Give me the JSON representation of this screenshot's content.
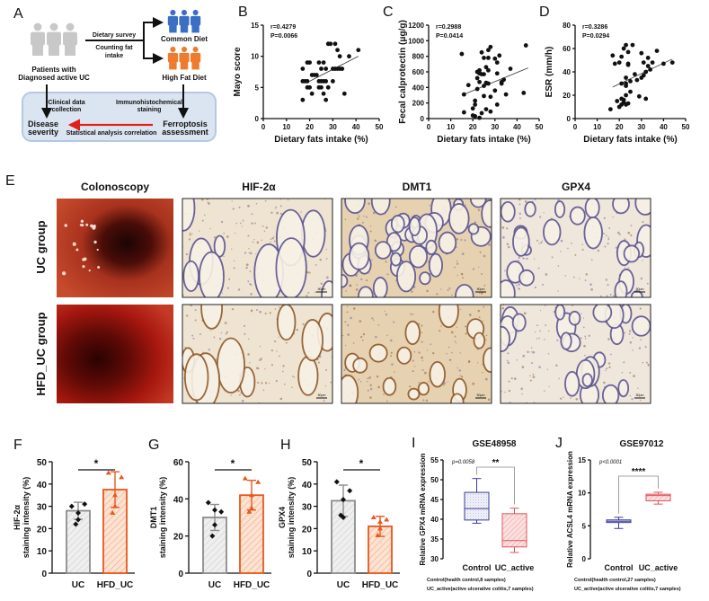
{
  "panel_letters": {
    "A": "A",
    "B": "B",
    "C": "C",
    "D": "D",
    "E": "E",
    "F": "F",
    "G": "G",
    "H": "H",
    "I": "I",
    "J": "J"
  },
  "diagram_a": {
    "patients_line1": "Patients with",
    "patients_line2": "Diagnosed active UC",
    "survey_line1": "Dietary survey",
    "survey_line2": "Counting fat",
    "survey_line3": "intake",
    "common_diet": "Common Diet",
    "high_fat_diet": "High Fat Diet",
    "clinical_line1": "Clinical data",
    "clinical_line2": "collection",
    "ihc_line1": "Immunohistochemical",
    "ihc_line2": "staining",
    "disease_line1": "Disease",
    "disease_line2": "severity",
    "ferro_line1": "Ferroptosis",
    "ferro_line2": "assessment",
    "stat_label": "Statistical analysis correlation",
    "colors": {
      "patients": "#c8c8c8",
      "common": "#3a6fc4",
      "highfat": "#ef7b2e",
      "box_fill": "#dbe5f1",
      "box_stroke": "#b4c8e2",
      "red_arrow": "#e0201b"
    }
  },
  "panel_e": {
    "columns": [
      "Colonoscopy",
      "HIF-2α",
      "DMT1",
      "GPX4"
    ],
    "rows": [
      "UC group",
      "HFD_UC group"
    ],
    "scale_bar": "50μm"
  },
  "chart_data": [
    {
      "id": "B",
      "type": "scatter",
      "xlabel": "Dietary fats intake (%)",
      "ylabel": "Mayo score",
      "xlim": [
        0,
        50
      ],
      "ylim": [
        0,
        15
      ],
      "xticks": [
        0,
        10,
        20,
        30,
        40,
        50
      ],
      "yticks": [
        0,
        5,
        10,
        15
      ],
      "annotation": [
        "r=0.4279",
        "P=0.0066"
      ],
      "trend": [
        [
          20,
          6
        ],
        [
          41,
          10
        ]
      ],
      "points": [
        [
          17,
          3
        ],
        [
          17,
          6
        ],
        [
          17,
          8
        ],
        [
          18,
          6
        ],
        [
          19,
          9
        ],
        [
          19,
          5
        ],
        [
          19,
          6
        ],
        [
          20,
          9
        ],
        [
          20,
          5
        ],
        [
          21,
          4
        ],
        [
          21,
          7
        ],
        [
          22,
          7
        ],
        [
          23,
          7
        ],
        [
          24,
          9
        ],
        [
          24,
          5
        ],
        [
          24,
          6
        ],
        [
          25,
          6
        ],
        [
          25,
          8
        ],
        [
          25,
          5
        ],
        [
          26,
          9
        ],
        [
          26,
          6
        ],
        [
          26,
          4
        ],
        [
          27,
          6
        ],
        [
          27,
          3
        ],
        [
          27,
          8
        ],
        [
          28,
          5
        ],
        [
          28,
          12
        ],
        [
          29,
          12
        ],
        [
          30,
          6
        ],
        [
          30,
          8
        ],
        [
          31,
          8
        ],
        [
          31,
          12
        ],
        [
          32,
          11
        ],
        [
          32,
          8
        ],
        [
          33,
          8
        ],
        [
          33,
          10
        ],
        [
          34,
          8
        ],
        [
          35,
          4
        ],
        [
          37,
          10
        ],
        [
          41,
          11
        ]
      ]
    },
    {
      "id": "C",
      "type": "scatter",
      "xlabel": "Dietary fats intake (%)",
      "ylabel": "Fecal calprotectin (μg/g)",
      "xlim": [
        0,
        50
      ],
      "ylim": [
        0,
        1200
      ],
      "xticks": [
        0,
        10,
        20,
        30,
        40,
        50
      ],
      "yticks": [
        0,
        200,
        400,
        600,
        800,
        1000,
        1200
      ],
      "annotation": [
        "r=0.2988",
        "P=0.0414"
      ],
      "trend": [
        [
          15,
          300
        ],
        [
          45,
          650
        ]
      ],
      "points": [
        [
          15,
          830
        ],
        [
          16,
          310
        ],
        [
          16,
          80
        ],
        [
          18,
          430
        ],
        [
          20,
          130
        ],
        [
          20,
          40
        ],
        [
          21,
          230
        ],
        [
          21,
          180
        ],
        [
          21,
          30
        ],
        [
          22,
          600
        ],
        [
          22,
          520
        ],
        [
          22,
          380
        ],
        [
          23,
          620
        ],
        [
          23,
          580
        ],
        [
          23,
          470
        ],
        [
          23,
          10
        ],
        [
          24,
          570
        ],
        [
          24,
          850
        ],
        [
          24,
          70
        ],
        [
          25,
          570
        ],
        [
          25,
          780
        ],
        [
          25,
          290
        ],
        [
          25,
          420
        ],
        [
          26,
          660
        ],
        [
          26,
          460
        ],
        [
          26,
          120
        ],
        [
          27,
          880
        ],
        [
          27,
          780
        ],
        [
          27,
          450
        ],
        [
          27,
          620
        ],
        [
          28,
          920
        ],
        [
          28,
          280
        ],
        [
          28,
          90
        ],
        [
          30,
          360
        ],
        [
          30,
          770
        ],
        [
          31,
          720
        ],
        [
          31,
          580
        ],
        [
          31,
          180
        ],
        [
          32,
          810
        ],
        [
          33,
          470
        ],
        [
          33,
          450
        ],
        [
          34,
          500
        ],
        [
          35,
          310
        ],
        [
          37,
          640
        ],
        [
          43,
          330
        ],
        [
          44,
          940
        ]
      ]
    },
    {
      "id": "D",
      "type": "scatter",
      "xlabel": "Dietary fats intake (%)",
      "ylabel": "ESR (mm/h)",
      "xlim": [
        0,
        50
      ],
      "ylim": [
        0,
        80
      ],
      "xticks": [
        0,
        10,
        20,
        30,
        40,
        50
      ],
      "yticks": [
        0,
        20,
        40,
        60,
        80
      ],
      "annotation": [
        "r=0.3286",
        "P=0.0294"
      ],
      "trend": [
        [
          17,
          27
        ],
        [
          44,
          51
        ]
      ],
      "points": [
        [
          16,
          8
        ],
        [
          17,
          54
        ],
        [
          18,
          47
        ],
        [
          19,
          15
        ],
        [
          20,
          48
        ],
        [
          20,
          10
        ],
        [
          21,
          53
        ],
        [
          21,
          30
        ],
        [
          21,
          17
        ],
        [
          21,
          12
        ],
        [
          22,
          60
        ],
        [
          22,
          16
        ],
        [
          22,
          14
        ],
        [
          23,
          63
        ],
        [
          23,
          35
        ],
        [
          23,
          30
        ],
        [
          23,
          28
        ],
        [
          23,
          20
        ],
        [
          23,
          12
        ],
        [
          24,
          57
        ],
        [
          24,
          47
        ],
        [
          24,
          46
        ],
        [
          24,
          13
        ],
        [
          25,
          23
        ],
        [
          25,
          32
        ],
        [
          26,
          63
        ],
        [
          27,
          38
        ],
        [
          28,
          33
        ],
        [
          29,
          19
        ],
        [
          30,
          56
        ],
        [
          30,
          35
        ],
        [
          31,
          48
        ],
        [
          31,
          37
        ],
        [
          32,
          40
        ],
        [
          32,
          17
        ],
        [
          33,
          52
        ],
        [
          33,
          45
        ],
        [
          34,
          42
        ],
        [
          35,
          48
        ],
        [
          37,
          58
        ],
        [
          40,
          47
        ],
        [
          44,
          48
        ]
      ]
    },
    {
      "id": "F",
      "type": "bar",
      "ylabel": [
        "HIF-2α",
        "staining intensity (%)"
      ],
      "categories": [
        "UC",
        "HFD_UC"
      ],
      "ylim": [
        0,
        50
      ],
      "yticks": [
        0,
        10,
        20,
        30,
        40,
        50
      ],
      "significance": "*",
      "values": [
        28,
        37.5
      ],
      "sd": [
        3.8,
        8
      ],
      "points": [
        [
          30,
          31,
          27,
          24,
          22
        ],
        [
          45,
          43,
          35,
          30,
          27
        ]
      ]
    },
    {
      "id": "G",
      "type": "bar",
      "ylabel": [
        "DMT1",
        "staining intensity (%)"
      ],
      "categories": [
        "UC",
        "HFD_UC"
      ],
      "ylim": [
        0,
        60
      ],
      "yticks": [
        0,
        20,
        40,
        60
      ],
      "significance": "*",
      "values": [
        30,
        42
      ],
      "sd": [
        7,
        8
      ],
      "points": [
        [
          38,
          33,
          34,
          26,
          20
        ],
        [
          51,
          49,
          42,
          35,
          33
        ]
      ]
    },
    {
      "id": "H",
      "type": "bar",
      "ylabel": [
        "GPX4",
        "staining intensity (%)"
      ],
      "categories": [
        "UC",
        "HFD_UC"
      ],
      "ylim": [
        0,
        50
      ],
      "yticks": [
        0,
        10,
        20,
        30,
        40,
        50
      ],
      "significance": "*",
      "values": [
        32.5,
        21
      ],
      "sd": [
        7,
        4.5
      ],
      "points": [
        [
          41,
          37,
          33,
          25,
          26
        ],
        [
          25,
          24,
          23,
          20,
          17
        ]
      ]
    },
    {
      "id": "I",
      "type": "box",
      "title": "GSE48958",
      "ylabel": "Relative GPX4 mRNA expression",
      "categories": [
        "Control",
        "UC_active"
      ],
      "ylim": [
        30,
        55
      ],
      "yticks": [
        30,
        35,
        40,
        45,
        50,
        55
      ],
      "pvalue": "p=0.0058",
      "significance": "**",
      "boxes": [
        {
          "min": 39,
          "q1": 39.8,
          "median": 42.7,
          "q3": 46.8,
          "max": 50.3
        },
        {
          "min": 31.6,
          "q1": 33,
          "median": 34.6,
          "q3": 41.4,
          "max": 42.8
        }
      ],
      "notes": [
        "Control(health control,8 samples)",
        "UC_active(active ulcerative colitis,7 samples)"
      ]
    },
    {
      "id": "J",
      "type": "box",
      "title": "GSE97012",
      "ylabel": "Relative ACSL4 mRNA expression",
      "categories": [
        "Control",
        "UC_active"
      ],
      "ylim": [
        0,
        15
      ],
      "yticks": [
        0,
        5,
        10,
        15
      ],
      "pvalue": "p<0.0001",
      "significance": "****",
      "boxes": [
        {
          "min": 4.6,
          "q1": 5.5,
          "median": 5.7,
          "q3": 5.9,
          "max": 6.3
        },
        {
          "min": 8.3,
          "q1": 8.8,
          "median": 9.6,
          "q3": 9.8,
          "max": 10.1
        }
      ],
      "notes": [
        "Control(health control,27 samples)",
        "UC_active(active ulcerative colitis,7 samples)"
      ]
    }
  ],
  "colors": {
    "uc_bar": "#8c8c8c",
    "uc_fill": "#ececec",
    "hfd_bar": "#e8571b",
    "hfd_fill": "#fbd9c4",
    "box_control": "#3b3a9c",
    "box_control_fill": "#e6e6f5",
    "box_uc": "#e0535a",
    "box_uc_fill": "#fad5d5"
  }
}
